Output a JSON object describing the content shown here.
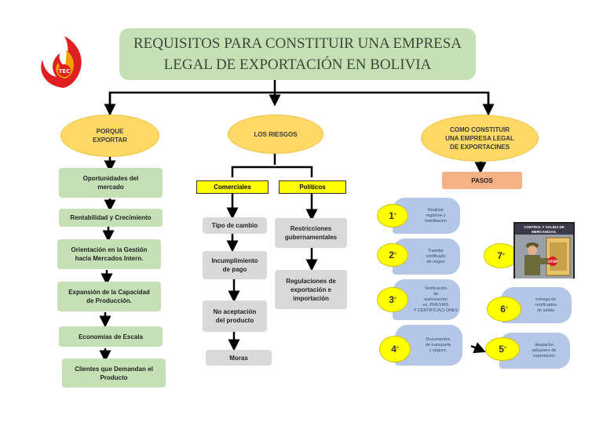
{
  "title": {
    "line1": "REQUISITOS PARA CONSTITUIR UNA EMPRESA",
    "line2": "LEGAL DE EXPORTACIÓN EN BOLIVIA"
  },
  "logo": {
    "text": "TEC"
  },
  "branches": {
    "porque": {
      "line1": "PORQUE",
      "line2": "EXPORTAR"
    },
    "riesgos": {
      "label": "LOS RIESGOS"
    },
    "como": {
      "line1": "COMO CONSTITUIR",
      "line2": "UNA EMPRESA LEGAL",
      "line3": "DE EXPORTACINES"
    }
  },
  "porque_items": [
    {
      "l1": "Oportunidades del",
      "l2": "mercado"
    },
    {
      "l1": "Rentabilidad y Crecimiento",
      "l2": ""
    },
    {
      "l1": "Orientación en la Gestión",
      "l2": "hacia Mercados Intern."
    },
    {
      "l1": "Expansión de la Capacidad",
      "l2": "de Producción."
    },
    {
      "l1": "Economías de Escala",
      "l2": ""
    },
    {
      "l1": "Clientes que Demandan el",
      "l2": "Producto"
    }
  ],
  "riesgos": {
    "comerciales": "Comerciales",
    "politicos": "Políticos",
    "comerciales_items": [
      {
        "l1": "Tipo de cambio",
        "l2": ""
      },
      {
        "l1": "Incumplimiento",
        "l2": "de pago"
      },
      {
        "l1": "No aceptación",
        "l2": "del producto"
      },
      {
        "l1": "Moras",
        "l2": ""
      }
    ],
    "politicos_items": [
      {
        "l1": "Restricciones",
        "l2": "gubernamentales",
        "l3": ""
      },
      {
        "l1": "Regulaciones de",
        "l2": "exportación e",
        "l3": "importación"
      }
    ]
  },
  "pasos": {
    "label": "PASOS",
    "steps": [
      {
        "num": "1",
        "deg": "°",
        "l1": "Realizar",
        "l2": "registros y",
        "l3": "habilitación",
        "l4": "",
        "l5": ""
      },
      {
        "num": "2",
        "deg": "°",
        "l1": "Tramitar",
        "l2": "certificado",
        "l3": "de origen",
        "l4": "",
        "l5": ""
      },
      {
        "num": "3",
        "deg": "°",
        "l1": "Verificación",
        "l2": "de",
        "l3": "autorizacion",
        "l4": "es ,PREVIAS",
        "l5": "Y CERTIFICACI ONES"
      },
      {
        "num": "4",
        "deg": "°",
        "l1": "Documentos",
        "l2": "de transporte",
        "l3": "y seguro.",
        "l4": "",
        "l5": ""
      },
      {
        "num": "5",
        "deg": "°",
        "l1": "despacho",
        "l2": "aduanero de",
        "l3": "exportación",
        "l4": "",
        "l5": ""
      },
      {
        "num": "6",
        "deg": "°",
        "l1": "entrega de",
        "l2": "certificados",
        "l3": "de salida",
        "l4": "",
        "l5": ""
      },
      {
        "num": "7",
        "deg": "°"
      }
    ],
    "control": {
      "line1": "CONTROL Y SALIDA DE",
      "line2": "MERCANCIAS.",
      "stop": "STOP"
    }
  },
  "colors": {
    "title_bg": "#c5e0b4",
    "ellipse": "#ffd966",
    "green_box": "#c5e0b4",
    "yellow_box": "#ffff00",
    "grey_box": "#d9d9d9",
    "pasos": "#f4b183",
    "step_shape": "#b4c7e7"
  }
}
